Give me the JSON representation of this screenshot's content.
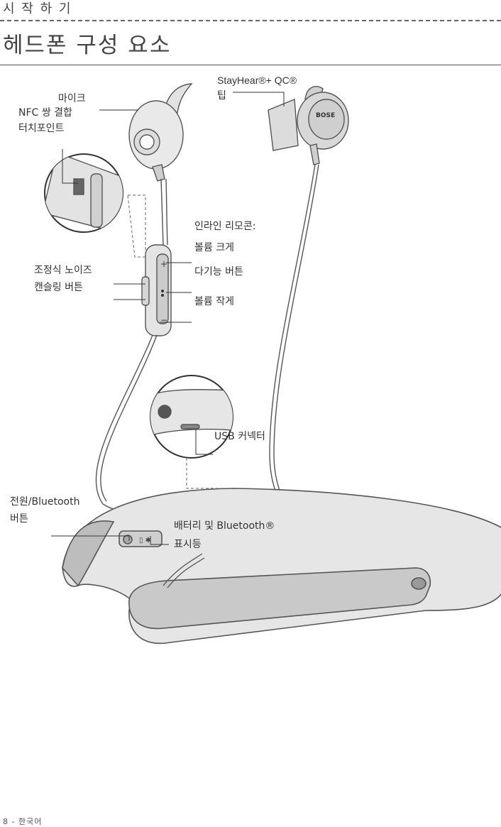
{
  "header": {
    "section": "시 작 하 기",
    "title": "헤드폰 구성 요소"
  },
  "labels": {
    "mic": "마이크",
    "nfc_line1": "NFC 쌍 결합",
    "nfc_line2": "터치포인트",
    "tip_line1": "StayHear®+ QC®",
    "tip_line2": "팁",
    "remote_title": "인라인 리모콘:",
    "vol_up": "볼륨 크게",
    "multi": "다기능 버튼",
    "vol_down": "볼륨 작게",
    "anc_line1": "조정식 노이즈",
    "anc_line2": "캔슬링 버튼",
    "usb": "USB 커넥터",
    "power_line1": "전원/Bluetooth",
    "power_line2": "버튼",
    "battery_line1": "배터리 및 Bluetooth®",
    "battery_line2": "표시등"
  },
  "footer": {
    "page": "8 - 한국어"
  }
}
